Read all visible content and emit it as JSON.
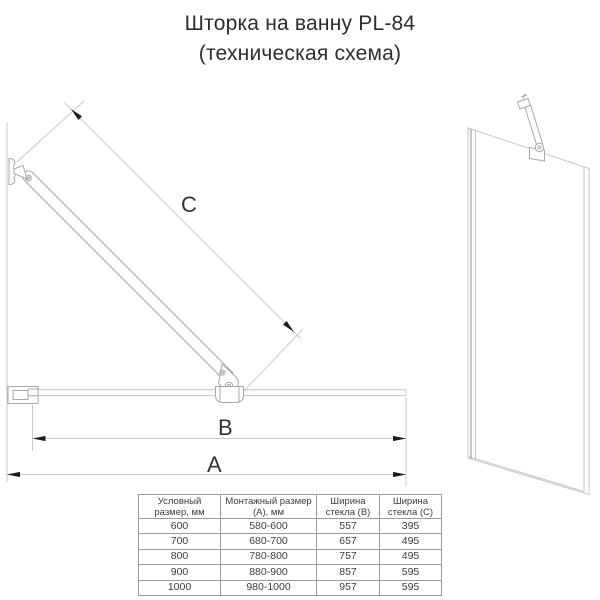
{
  "title": {
    "line1": "Шторка на ванну PL-84",
    "line2": "(техническая схема)"
  },
  "diagram": {
    "labels": {
      "a": "A",
      "b": "B",
      "c": "C"
    }
  },
  "table": {
    "headers": [
      "Условный размер, мм",
      "Монтажный размер (А), мм",
      "Ширина стекла (B)",
      "Ширина стекла (C)"
    ],
    "rows": [
      [
        "600",
        "580-600",
        "557",
        "395"
      ],
      [
        "700",
        "680-700",
        "657",
        "495"
      ],
      [
        "800",
        "780-800",
        "757",
        "495"
      ],
      [
        "900",
        "880-900",
        "857",
        "595"
      ],
      [
        "1000",
        "980-1000",
        "957",
        "595"
      ]
    ]
  },
  "colors": {
    "outline_gray": "#c6c6c6",
    "hardware_gray": "#a8a8a8",
    "arrow_black": "#1c1c1c",
    "label_text": "#333333",
    "table_border": "#9b9b9b",
    "table_text": "#3c3c3c"
  }
}
